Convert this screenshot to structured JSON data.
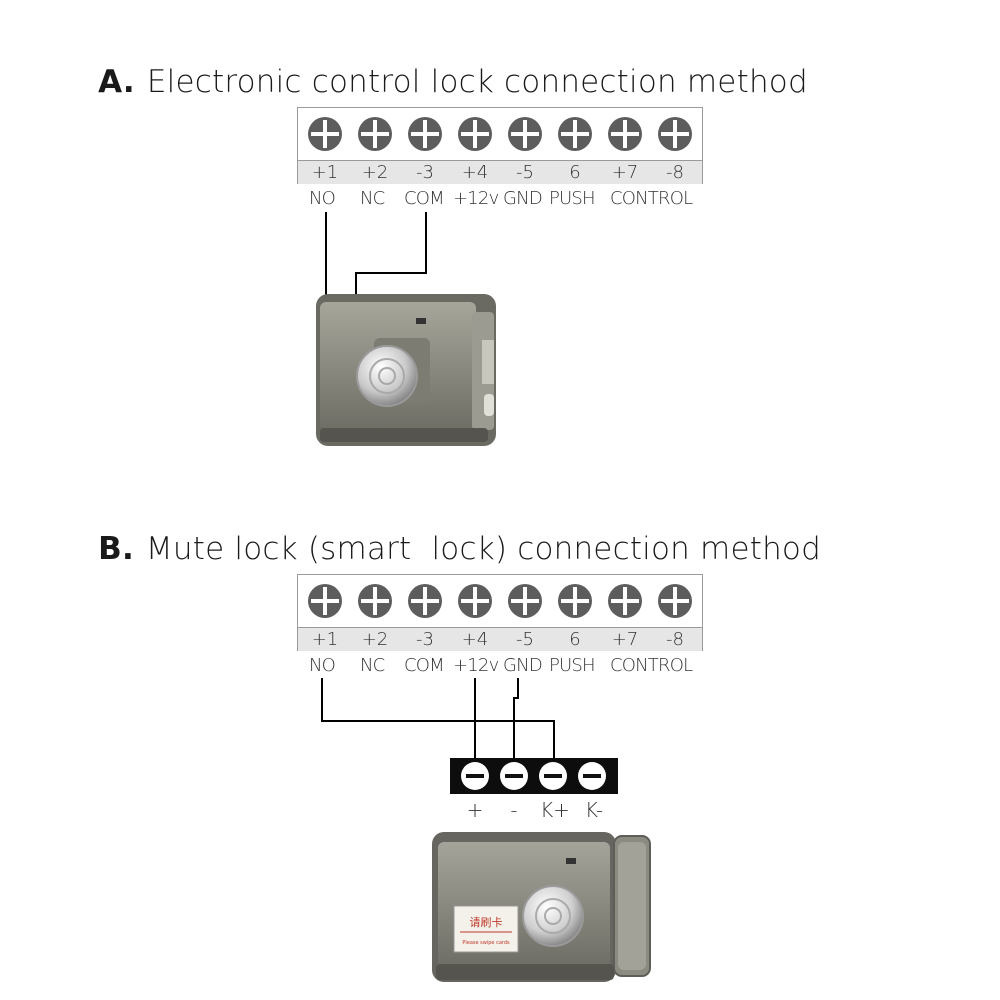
{
  "section_a": {
    "letter": "A.",
    "title": "Electronic control lock connection method",
    "pin_numbers": [
      "+1",
      "+2",
      "-3",
      "+4",
      "-5",
      "6",
      "+7",
      "-8"
    ],
    "pin_names": [
      "NO",
      "NC",
      "COM",
      "+12v",
      "GND",
      "PUSH",
      "CONTROL"
    ]
  },
  "section_b": {
    "letter": "B.",
    "title": "Mute lock (smart  lock) connection method",
    "pin_numbers": [
      "+1",
      "+2",
      "-3",
      "+4",
      "-5",
      "6",
      "+7",
      "-8"
    ],
    "pin_names": [
      "NO",
      "NC",
      "COM",
      "+12v",
      "GND",
      "PUSH",
      "CONTROL"
    ],
    "lock_terminals": [
      "+",
      "-",
      "K+",
      "K-"
    ],
    "card_label_cn": "请刷卡",
    "card_label_en": "Please swipe cards"
  },
  "colors": {
    "screw": "#5d5d5d",
    "number_band": "#e6e6e6",
    "lock_metal": "#8a8a80",
    "wire": "#000000"
  }
}
